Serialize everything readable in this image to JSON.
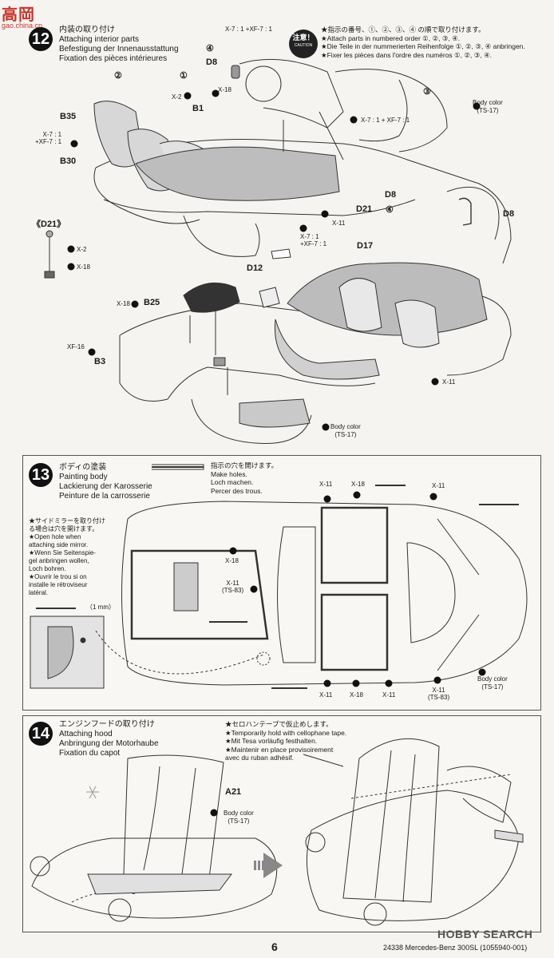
{
  "watermark": {
    "main": "高岡",
    "sub": "gao.china.cn"
  },
  "steps": {
    "s12": {
      "number": "12",
      "title_jp": "内装の取り付け",
      "title_en": "Attaching interior parts",
      "title_de": "Befestigung der Innenausstattung",
      "title_fr": "Fixation des pièces intérieures",
      "caution_main": "注意！",
      "caution_sub": "CAUTION",
      "order_note": [
        "★指示の番号、①、②、③、④ の順で取り付けます。",
        "★Attach parts in numbered order ①, ②, ③, ④.",
        "★Die Teile in der nummerierten Reihenfolge ①, ②, ③, ④ anbringen.",
        "★Fixer les pièces dans l'ordre des numéros ①, ②, ③, ④."
      ],
      "labels": {
        "b35": "B35",
        "b30": "B30",
        "b1": "B1",
        "d8_top": "D8",
        "d8_mid": "D8",
        "d8_side": "D8",
        "d21": "D21",
        "d21_box": "《D21》",
        "d12": "D12",
        "d17": "D17",
        "b25": "B25",
        "b3": "B3",
        "n1": "①",
        "n2": "②",
        "n3": "③",
        "n4_top": "④",
        "n4_mid": "④"
      },
      "paint": {
        "x7_xf7_a": "X-7 : 1\n+XF-7 : 1",
        "x7_xf7_b": "X-7 : 1\n+XF-7 : 1",
        "x7_xf7_c": "X-7 : 1 + XF-7 : 1",
        "x7_xf7_d": "X-7 : 1\n+XF-7 : 1",
        "x2": "X-2",
        "x18_a": "X-18",
        "x2_b": "X-2",
        "x18_b": "X-18",
        "x11_a": "X-11",
        "x18_c": "X-18",
        "xf16": "XF-16",
        "x11_b": "X-11",
        "body_color_a": "Body color",
        "body_color_a_code": "(TS-17)",
        "body_color_b": "Body color",
        "body_color_b_code": "(TS-17)"
      }
    },
    "s13": {
      "number": "13",
      "title_jp": "ボディの塗装",
      "title_en": "Painting body",
      "title_de": "Lackierung der Karosserie",
      "title_fr": "Peinture de la carrosserie",
      "holes_note": [
        "指示の穴を開けます。",
        "Make holes.",
        "Loch machen.",
        "Percer des trous."
      ],
      "mirror_note": [
        "★サイドミラーを取り付け",
        "る場合は穴を開けます。",
        "★Open hole when",
        "attaching side mirror.",
        "★Wenn Sie Seitenspie-",
        "gel anbringen wollen,",
        "Loch bohren.",
        "★Ouvrir le trou si on",
        "installe le rétroviseur",
        "latéral."
      ],
      "drill_size": "（1 mm）",
      "paint": {
        "x11_t1": "X-11",
        "x18_t": "X-18",
        "x11_t2": "X-11",
        "x18_l": "X-18",
        "x11_ts83_l": "X-11",
        "ts83_l": "(TS-83)",
        "x11_b1": "X-11",
        "x18_b": "X-18",
        "x11_b2": "X-11",
        "x11_ts83_r": "X-11",
        "ts83_r": "(TS-83)",
        "body_color": "Body color",
        "body_color_code": "(TS-17)"
      }
    },
    "s14": {
      "number": "14",
      "title_jp": "エンジンフードの取り付け",
      "title_en": "Attaching hood",
      "title_de": "Anbringung der Motorhaube",
      "title_fr": "Fixation du capot",
      "tape_note": [
        "★セロハンテープで仮止めします。",
        "★Temporarily hold with cellophane tape.",
        "★Mit Tesa vorläufig festhalten.",
        "★Maintenir en place provisoirement",
        "avec du ruban adhésif."
      ],
      "a21": "A21",
      "body_color": "Body color",
      "body_color_code": "(TS-17)"
    }
  },
  "footer": {
    "product": "24338 Mercedes-Benz 300SL (1055940-001)",
    "page": "6",
    "brand": "HOBBY SEARCH"
  }
}
